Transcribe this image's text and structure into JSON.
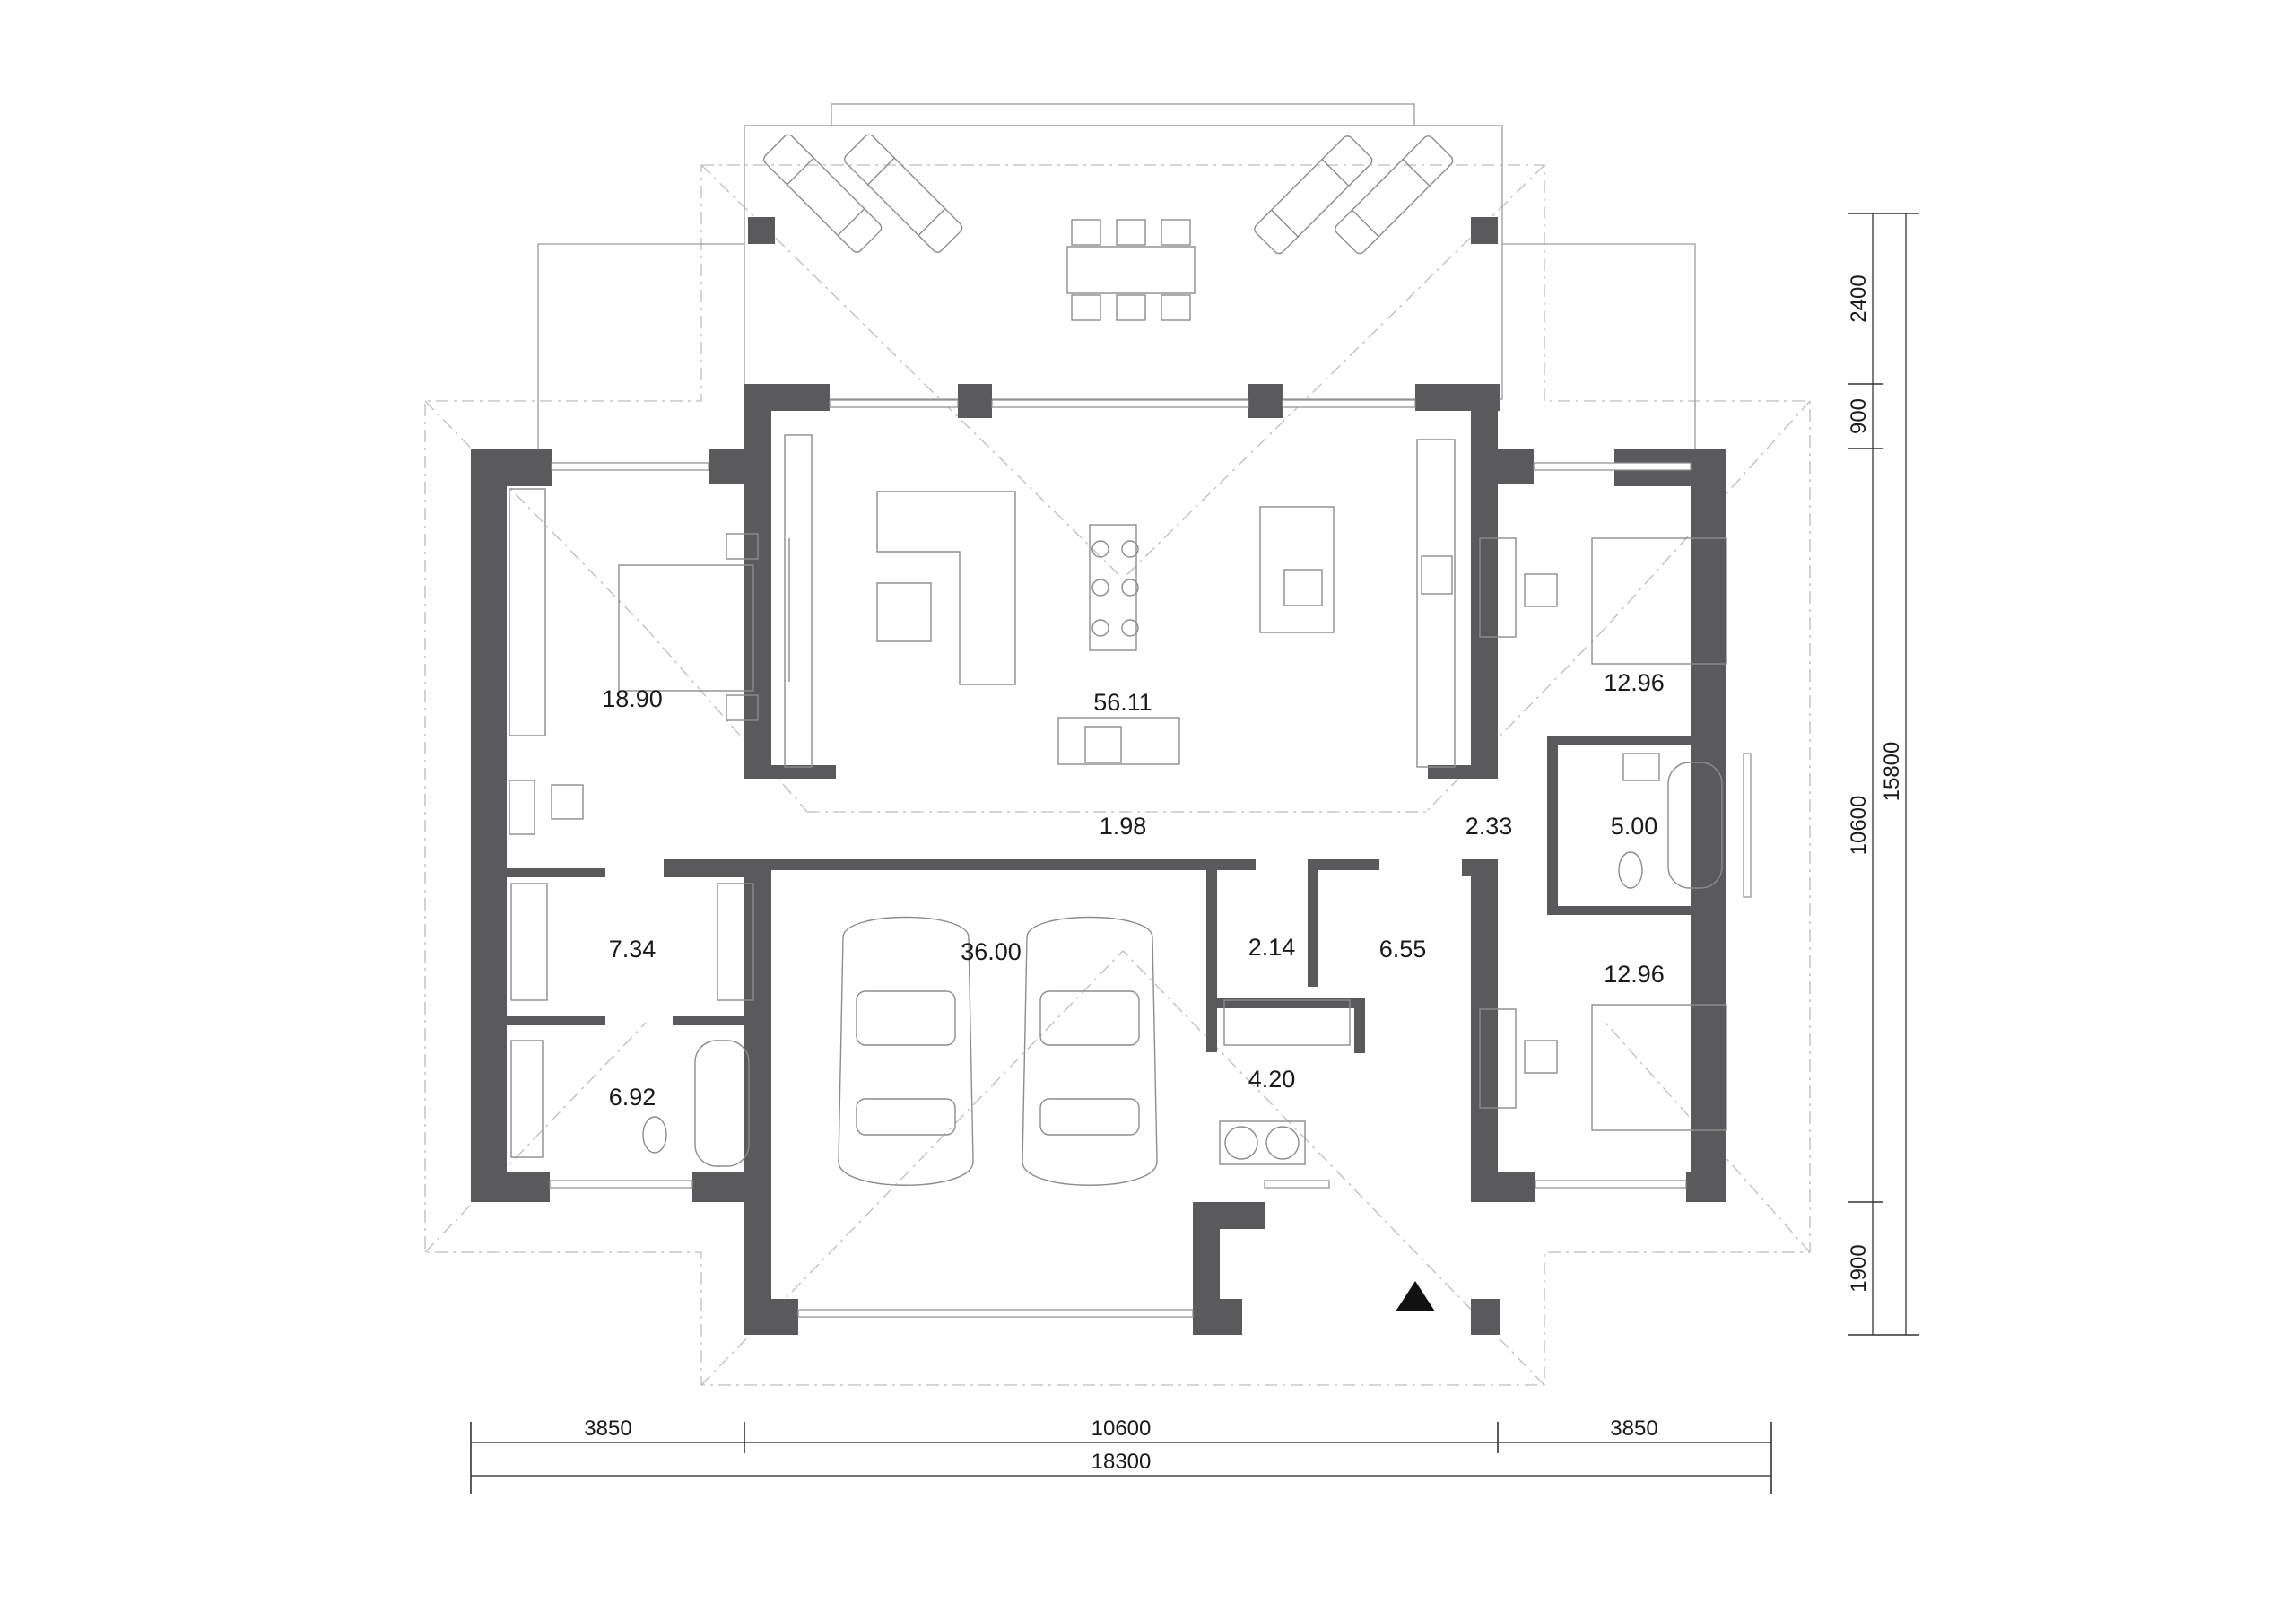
{
  "rooms": [
    {
      "id": "living",
      "area": "56.11"
    },
    {
      "id": "bedroom-left",
      "area": "18.90"
    },
    {
      "id": "bedroom-right-top",
      "area": "12.96"
    },
    {
      "id": "bedroom-right-bottom",
      "area": "12.96"
    },
    {
      "id": "hall",
      "area": "1.98"
    },
    {
      "id": "hall-right",
      "area": "2.33"
    },
    {
      "id": "bathroom-right",
      "area": "5.00"
    },
    {
      "id": "wardrobe",
      "area": "7.34"
    },
    {
      "id": "bathroom-left",
      "area": "6.92"
    },
    {
      "id": "garage",
      "area": "36.00"
    },
    {
      "id": "storage",
      "area": "2.14"
    },
    {
      "id": "utility",
      "area": "6.55"
    },
    {
      "id": "entrance",
      "area": "4.20"
    }
  ],
  "dimensions": {
    "bottom": {
      "left": "3850",
      "middle": "10600",
      "right": "3850",
      "total": "18300"
    },
    "right": {
      "terrace": "2400",
      "gap": "900",
      "house": "10600",
      "front": "1900",
      "total": "15800"
    }
  },
  "colors": {
    "wall": "#5a5a5d",
    "line": "#8c8c8c",
    "dash": "#bdbdbd"
  }
}
